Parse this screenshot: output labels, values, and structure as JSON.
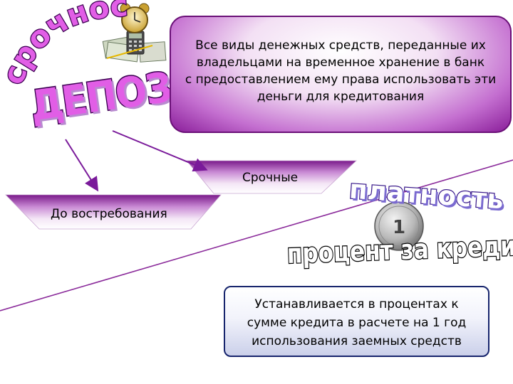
{
  "wordart": {
    "srochnost": "срочность",
    "depozity": "ДЕПОЗИТЫ",
    "platnost": "платность",
    "procent": "процент за кредит"
  },
  "definition_box": {
    "lines": [
      "Все виды денежных средств, переданные их",
      "владельцами на временное хранение в банк",
      "с предоставлением ему права использовать эти",
      "деньги для кредитования"
    ]
  },
  "deposit_types": {
    "term": "Срочные",
    "demand": "До востребования"
  },
  "rate_box": {
    "lines": [
      "Устанавливается в процентах к",
      "сумме кредита в расчете на 1 год",
      "использования заемных средств"
    ]
  },
  "colors": {
    "purple_accent": "#8a1e9a",
    "arrow": "#7a1a9a",
    "depozity_fill": "#e15ee6",
    "rate_border": "#17256d"
  },
  "icons": [
    "alarm-clock-icon",
    "money-calculator-icon",
    "ruble-coin-icon"
  ]
}
